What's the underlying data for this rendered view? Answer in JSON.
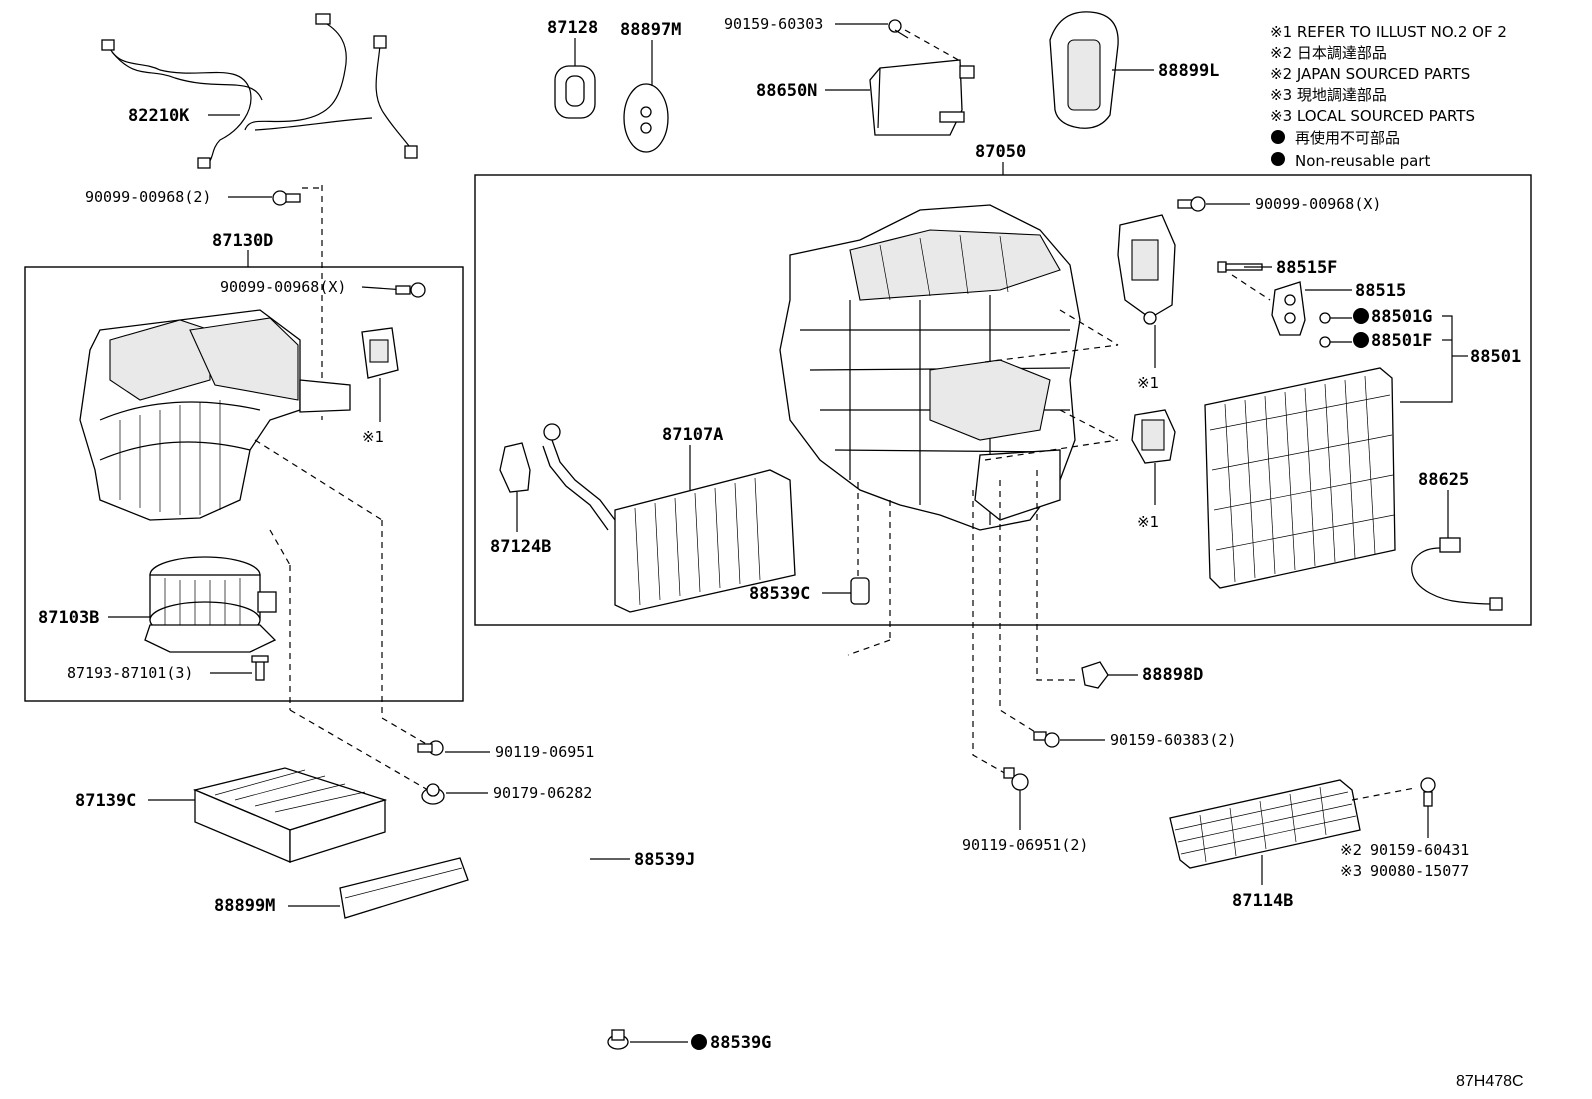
{
  "notes": [
    "※1 REFER TO ILLUST NO.2 OF 2",
    "※2 日本調達部品",
    "※2 JAPAN SOURCED PARTS",
    "※3 現地調達部品",
    "※3 LOCAL SOURCED PARTS",
    "再使用不可部品",
    "Non-reusable part"
  ],
  "figure_code": "87H478C",
  "parts": {
    "p82210K": "82210K",
    "p87128": "87128",
    "p88897M": "88897M",
    "p90159_60303": "90159-60303",
    "p88650N": "88650N",
    "p88899L": "88899L",
    "p87050": "87050",
    "p90099_00968_2": "90099-00968(2)",
    "p87130D": "87130D",
    "p90099_00968_X_left": "90099-00968(X)",
    "p90099_00968_X_right": "90099-00968(X)",
    "p88515F": "88515F",
    "p88515": "88515",
    "p88501G": "88501G",
    "p88501F": "88501F",
    "p88501": "88501",
    "p87107A": "87107A",
    "p87124B": "87124B",
    "p88539C": "88539C",
    "p88625": "88625",
    "p87103B": "87103B",
    "p87193_87101_3": "87193-87101(3)",
    "p88898D": "88898D",
    "p90119_06951": "90119-06951",
    "p90159_60383_2": "90159-60383(2)",
    "p90179_06282": "90179-06282",
    "p87139C": "87139C",
    "p88539J": "88539J",
    "p90119_06951_2": "90119-06951(2)",
    "p90159_60431": "90159-60431",
    "p90080_15077": "90080-15077",
    "p87114B": "87114B",
    "p88899M": "88899M",
    "p88539G": "88539G"
  },
  "refs": {
    "ref1": "※1",
    "ref2": "※2",
    "ref3": "※3"
  }
}
